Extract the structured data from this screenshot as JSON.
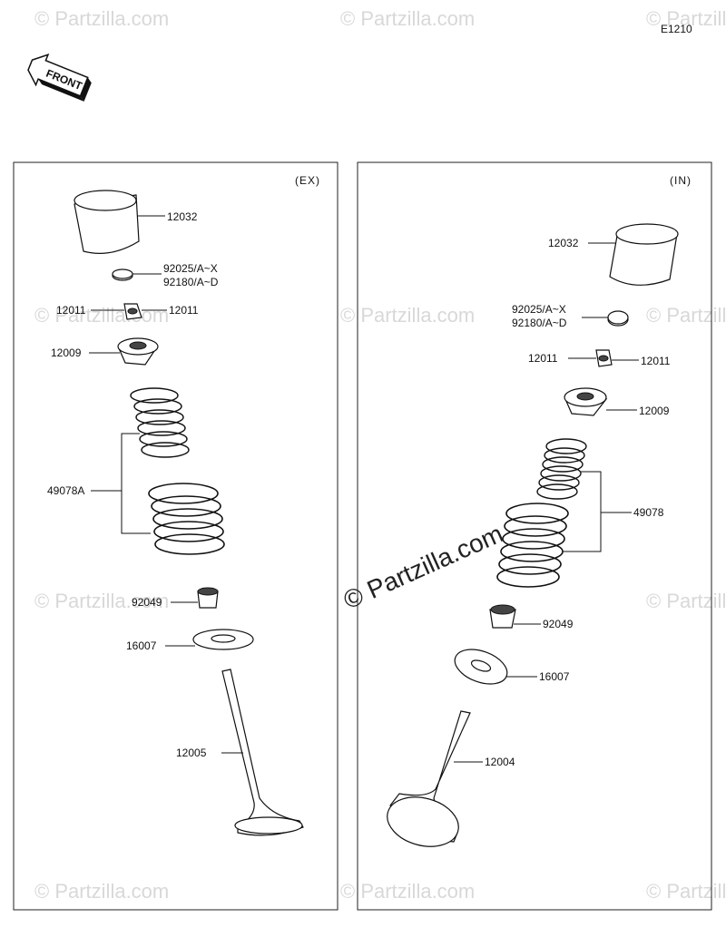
{
  "diagram": {
    "code": "E1210",
    "front_label": "FRONT",
    "watermark": "© Partzilla.com",
    "exhaust_panel": {
      "tag": "(EX)",
      "labels": {
        "lifter": "12032",
        "shim_line1": "92025/A~X",
        "shim_line2": "92180/A~D",
        "keeper_left": "12011",
        "keeper_right": "12011",
        "retainer": "12009",
        "spring": "49078A",
        "seal": "92049",
        "seat": "16007",
        "valve": "12005"
      }
    },
    "intake_panel": {
      "tag": "(IN)",
      "labels": {
        "lifter": "12032",
        "shim_line1": "92025/A~X",
        "shim_line2": "92180/A~D",
        "keeper_left": "12011",
        "keeper_right": "12011",
        "retainer": "12009",
        "spring": "49078",
        "seal": "92049",
        "seat": "16007",
        "valve": "12004"
      }
    }
  }
}
